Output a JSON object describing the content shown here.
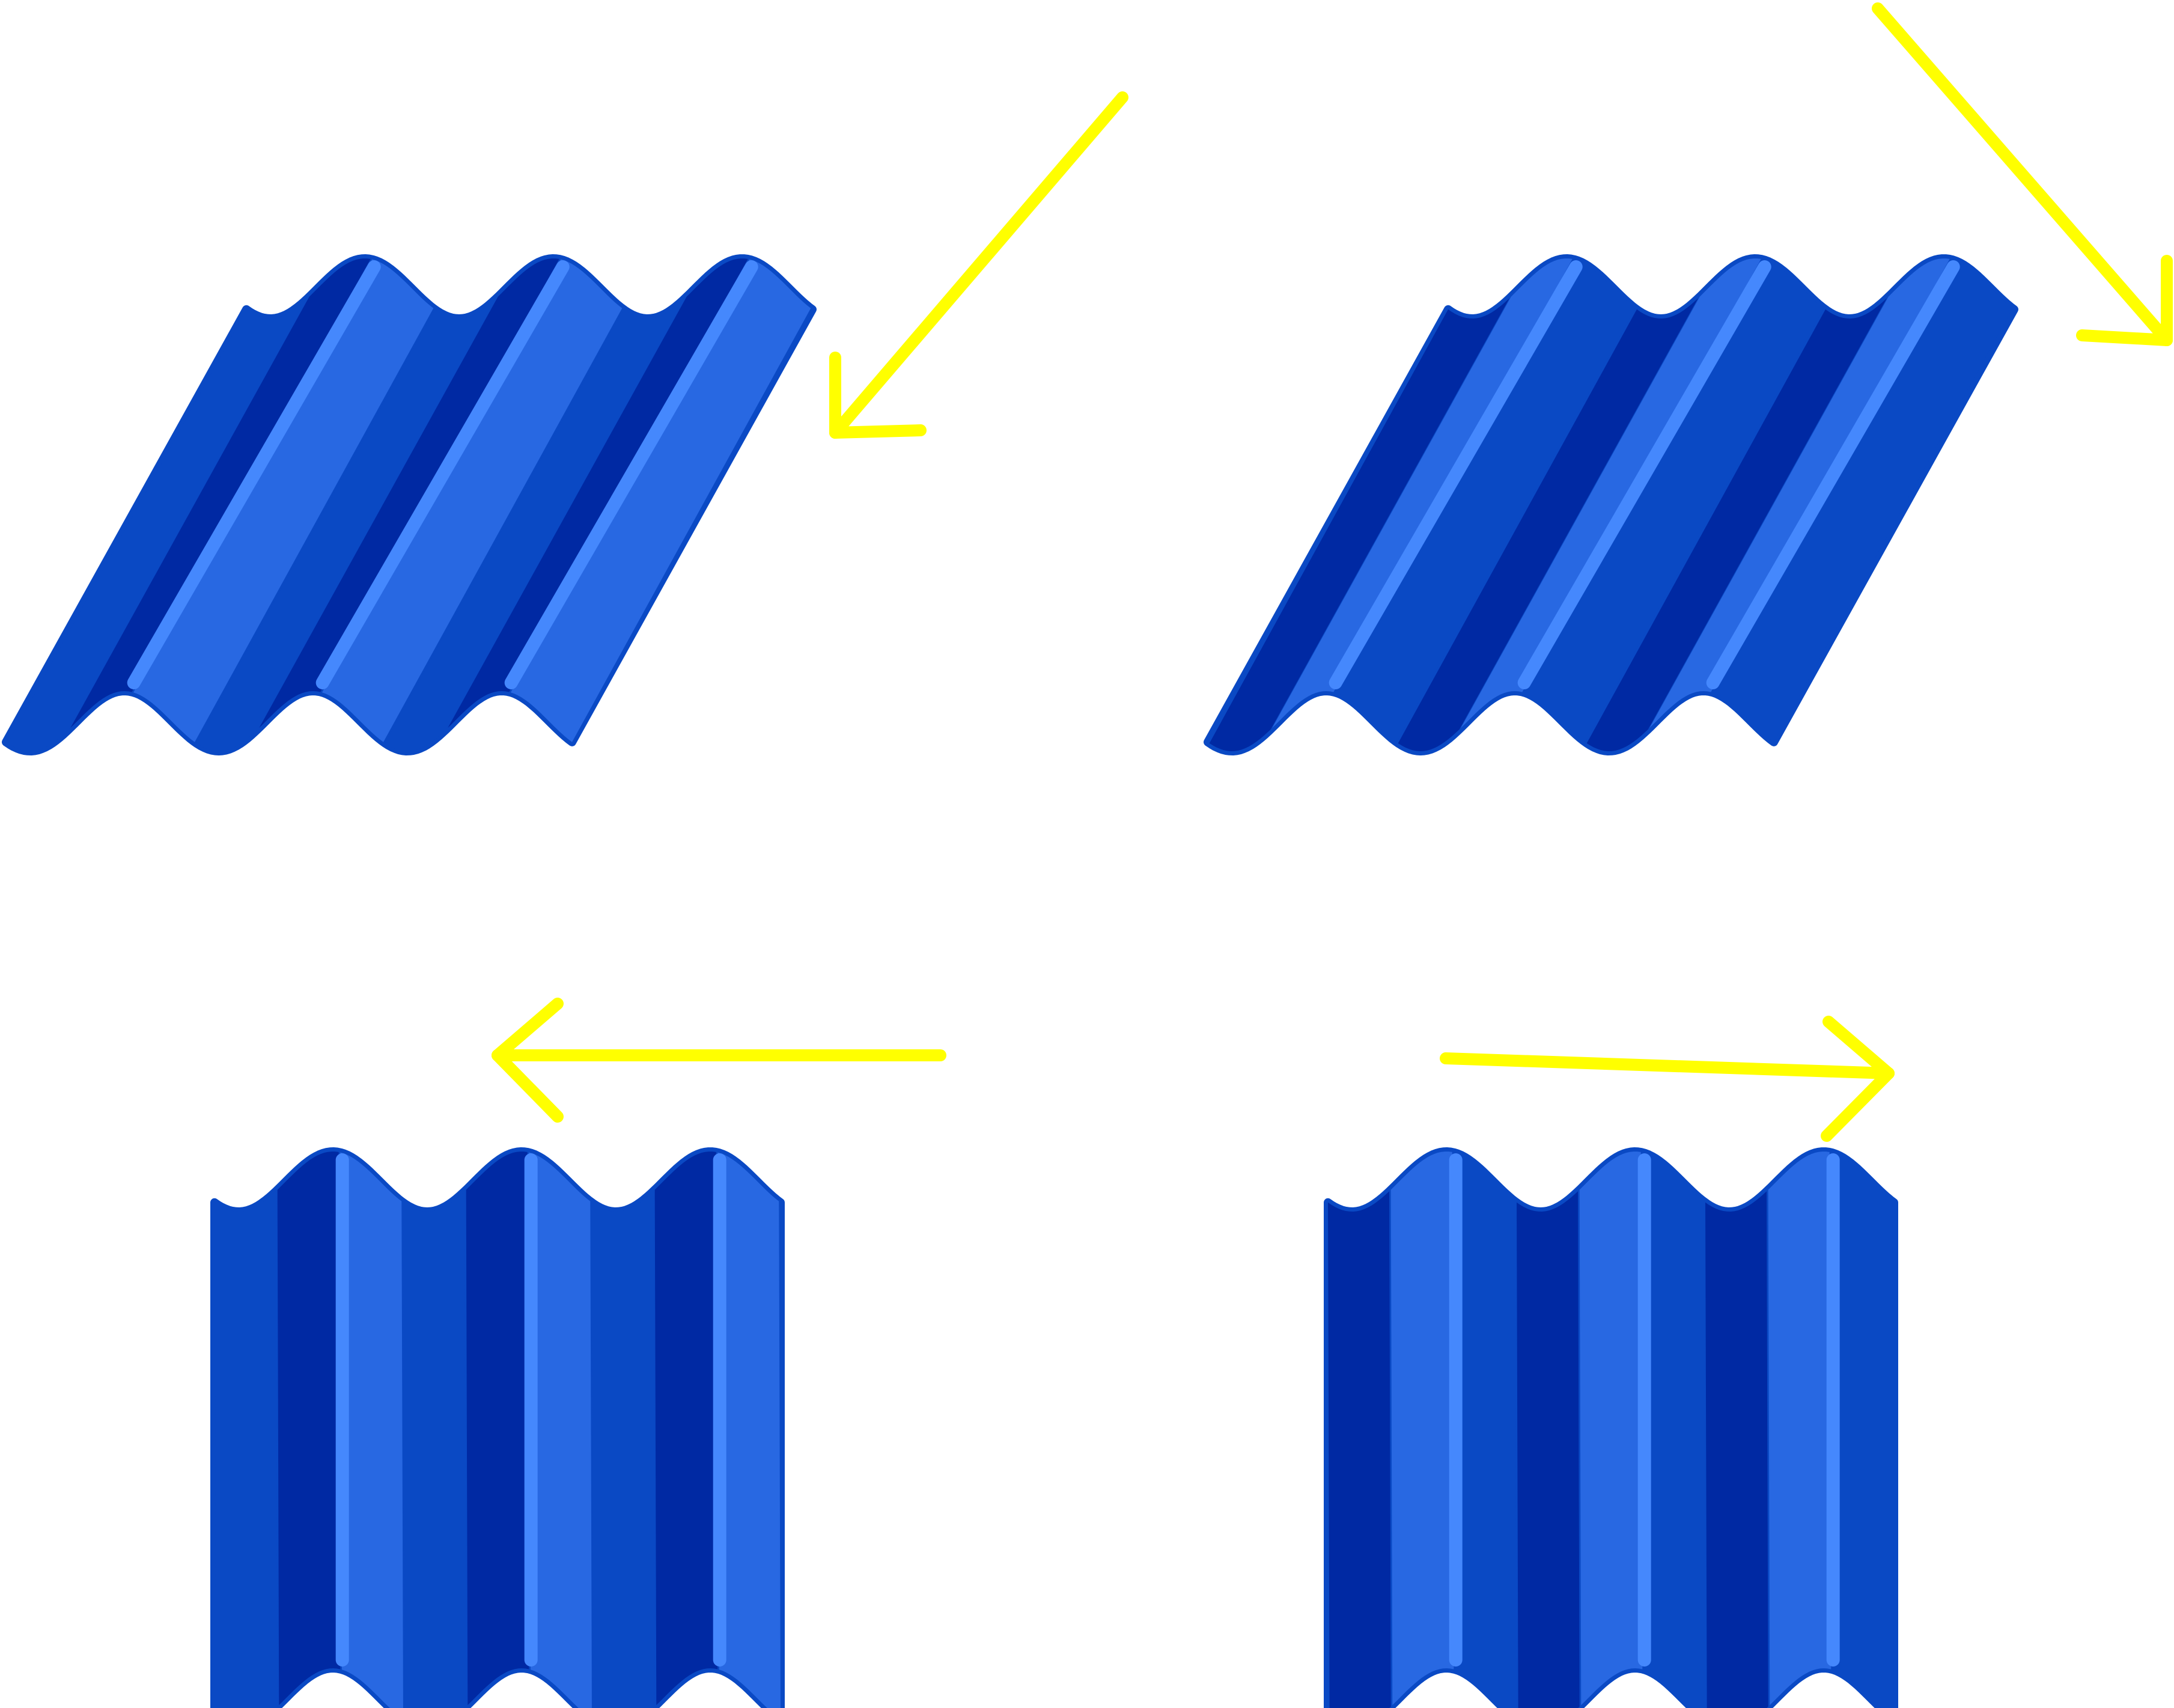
{
  "colors": {
    "background": "#ffffff",
    "arrow": "#ffff00",
    "outline": "#0a49c4",
    "stripe_dark": "#0029a3",
    "stripe_mid": "#0a49c4",
    "stripe_light": "#2868e2",
    "highlight": "#4588fd"
  },
  "panels": [
    {
      "name": "panel-top-left",
      "shape": "slanted-corrugated-sheet",
      "stripes": [
        "mid",
        "dark",
        "light",
        "mid",
        "dark",
        "light",
        "mid",
        "dark",
        "light"
      ],
      "arrow": {
        "icon": "arrow-down-left-icon",
        "direction": "down-left"
      }
    },
    {
      "name": "panel-top-right",
      "shape": "slanted-corrugated-sheet",
      "stripes": [
        "dark",
        "light",
        "mid",
        "dark",
        "light",
        "mid",
        "dark",
        "light",
        "mid"
      ],
      "arrow": {
        "icon": "arrow-down-right-icon",
        "direction": "down-right"
      }
    },
    {
      "name": "panel-bottom-left",
      "shape": "upright-corrugated-sheet",
      "stripes": [
        "mid",
        "dark",
        "light",
        "mid",
        "dark",
        "light",
        "mid",
        "dark",
        "light"
      ],
      "arrow": {
        "icon": "arrow-left-icon",
        "direction": "left"
      }
    },
    {
      "name": "panel-bottom-right",
      "shape": "upright-corrugated-sheet",
      "stripes": [
        "dark",
        "light",
        "mid",
        "dark",
        "light",
        "mid",
        "dark",
        "light",
        "mid"
      ],
      "arrow": {
        "icon": "arrow-right-icon",
        "direction": "right"
      }
    }
  ]
}
